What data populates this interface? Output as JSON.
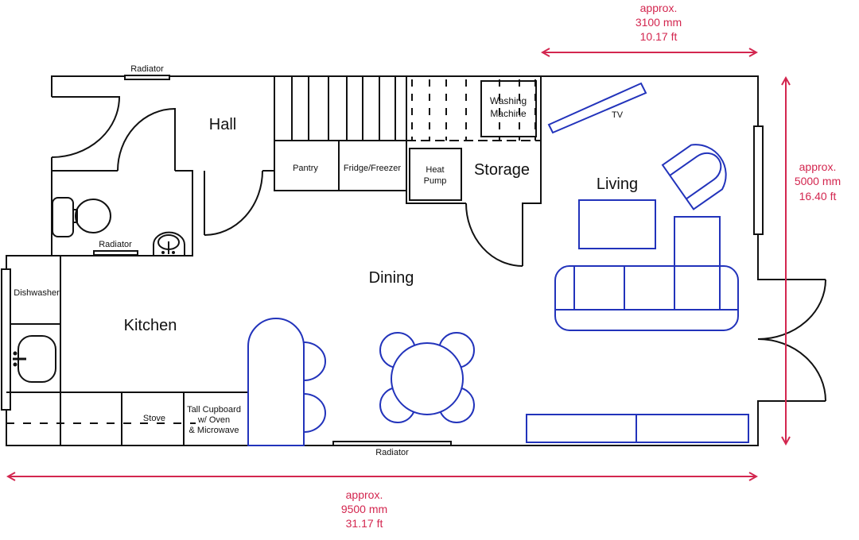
{
  "rooms": {
    "hall": "Hall",
    "storage": "Storage",
    "living": "Living",
    "dining": "Dining",
    "kitchen": "Kitchen"
  },
  "fixtures": {
    "radiator_top": "Radiator",
    "radiator_bath": "Radiator",
    "radiator_bottom": "Radiator",
    "pantry": "Pantry",
    "fridge": "Fridge/Freezer",
    "heat_pump": [
      "Heat",
      "Pump"
    ],
    "washing_machine": [
      "Washing",
      "Machine"
    ],
    "tv": "TV",
    "dishwasher": "Dishwasher",
    "stove": "Stove",
    "tall_cupboard": [
      "Tall Cupboard",
      "w/ Oven",
      "& Microwave"
    ]
  },
  "dimensions": {
    "width_living": [
      "approx.",
      "3100 mm",
      "10.17 ft"
    ],
    "depth": [
      "approx.",
      "5000 mm",
      "16.40 ft"
    ],
    "total_length": [
      "approx.",
      "9500 mm",
      "31.17 ft"
    ]
  },
  "colors": {
    "walls": "#111111",
    "furniture": "#2233bb",
    "dimensions": "#d3264f"
  }
}
